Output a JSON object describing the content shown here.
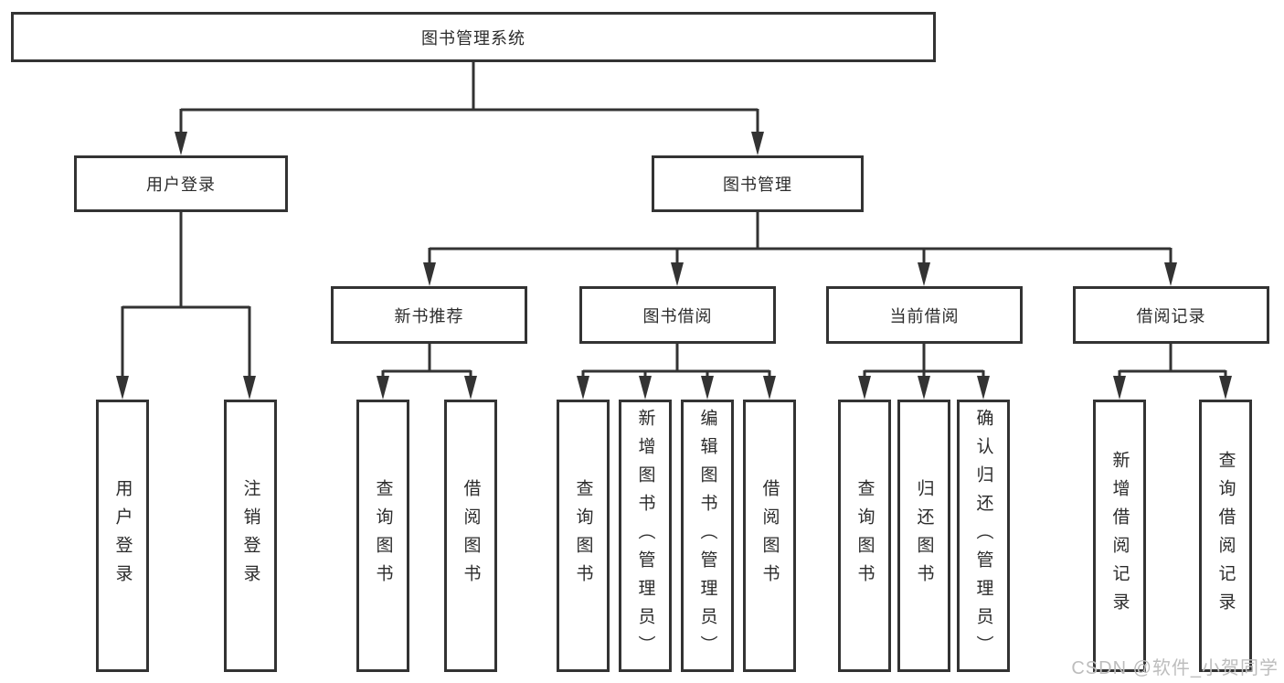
{
  "diagram": {
    "title": "图书管理系统",
    "root": {
      "label": "图书管理系统"
    },
    "branches": [
      {
        "label": "用户登录",
        "children": [
          {
            "label": "用户登录"
          },
          {
            "label": "注销登录"
          }
        ]
      },
      {
        "label": "图书管理",
        "children": [
          {
            "label": "新书推荐",
            "children": [
              {
                "label": "查询图书"
              },
              {
                "label": "借阅图书"
              }
            ]
          },
          {
            "label": "图书借阅",
            "children": [
              {
                "label": "查询图书"
              },
              {
                "label": "新增图书（管理员）"
              },
              {
                "label": "编辑图书（管理员）"
              },
              {
                "label": "借阅图书"
              }
            ]
          },
          {
            "label": "当前借阅",
            "children": [
              {
                "label": "查询图书"
              },
              {
                "label": "归还图书"
              },
              {
                "label": "确认归还（管理员）"
              }
            ]
          },
          {
            "label": "借阅记录",
            "children": [
              {
                "label": "新增借阅记录"
              },
              {
                "label": "查询借阅记录"
              }
            ]
          }
        ]
      }
    ]
  },
  "watermark": {
    "text": "CSDN @软件_小贺同学"
  },
  "colors": {
    "line": "#333333",
    "box_border": "#333333",
    "box_fill": "#ffffff",
    "text": "#2b2b2b",
    "watermark": "#bdbdbd",
    "background": "#ffffff"
  }
}
